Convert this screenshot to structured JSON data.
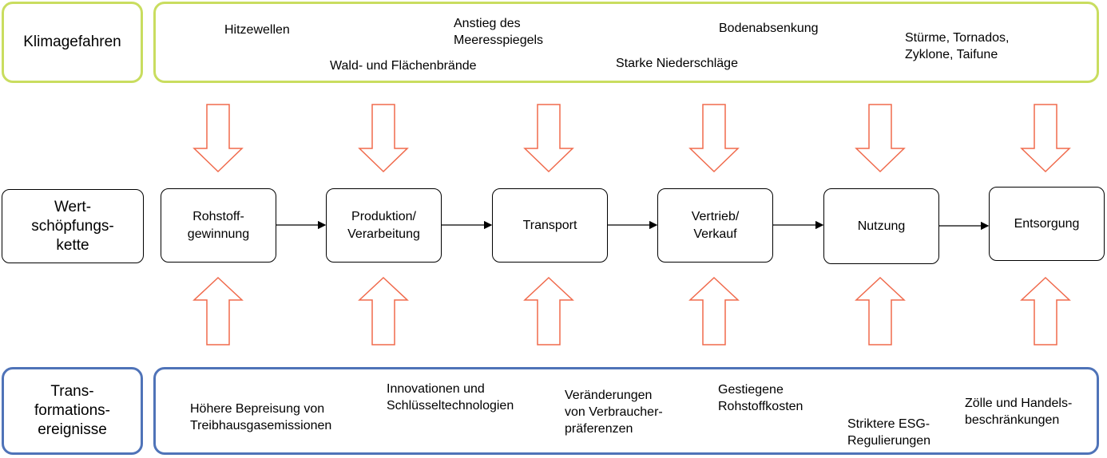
{
  "rows": {
    "hazards_label": "Klimagefahren",
    "chain_label_1": "Wert-",
    "chain_label_2": "schöpfungs-",
    "chain_label_3": "kette",
    "transform_label_1": "Trans-",
    "transform_label_2": "formations-",
    "transform_label_3": "ereignisse"
  },
  "hazards": {
    "hitzewellen": "Hitzewellen",
    "meeresspiegel_1": "Anstieg des",
    "meeresspiegel_2": "Meeresspiegels",
    "waldbraende": "Wald- und Flächenbrände",
    "bodenabsenkung": "Bodenabsenkung",
    "niederschlaege": "Starke Niederschläge",
    "stuerme_1": "Stürme, Tornados,",
    "stuerme_2": "Zyklone, Taifune"
  },
  "chain": {
    "rohstoff_1": "Rohstoff-",
    "rohstoff_2": "gewinnung",
    "produktion_1": "Produktion/",
    "produktion_2": "Verarbeitung",
    "transport": "Transport",
    "vertrieb_1": "Vertrieb/",
    "vertrieb_2": "Verkauf",
    "nutzung": "Nutzung",
    "entsorgung": "Entsorgung"
  },
  "transformations": {
    "bepreisung_1": "Höhere Bepreisung von",
    "bepreisung_2": "Treibhausgasemissionen",
    "innovation_1": "Innovationen und",
    "innovation_2": "Schlüsseltechnologien",
    "praeferenzen_1": "Veränderungen",
    "praeferenzen_2": "von Verbraucher-",
    "praeferenzen_3": "präferenzen",
    "rohstoffkosten_1": "Gestiegene",
    "rohstoffkosten_2": "Rohstoffkosten",
    "esg_1": "Striktere ESG-",
    "esg_2": "Regulierungen",
    "zoelle_1": "Zölle und Handels-",
    "zoelle_2": "beschränkungen"
  },
  "colors": {
    "hazard_border": "#c9dd5f",
    "transform_border": "#4f73b8",
    "arrow_outline": "#f06a4c"
  }
}
